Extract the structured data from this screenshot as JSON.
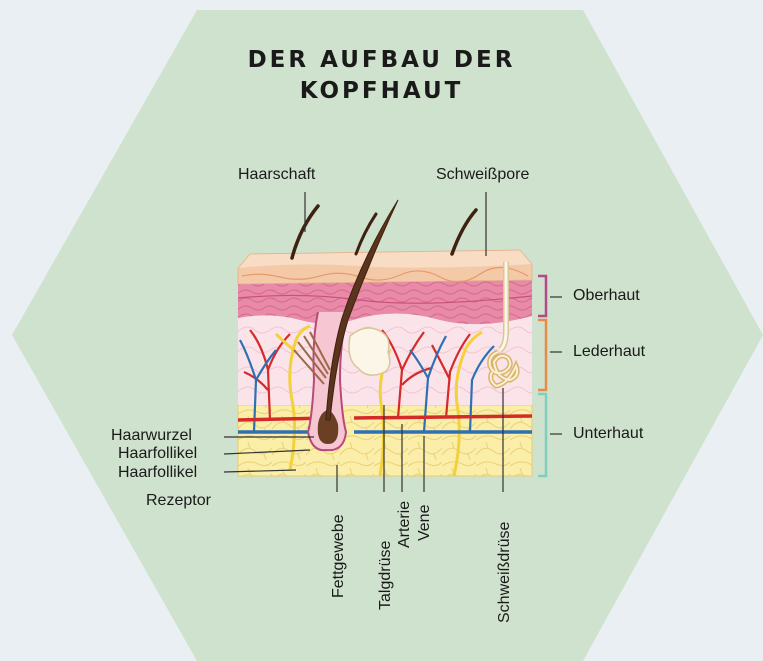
{
  "title_line1": "DER AUFBAU DER",
  "title_line2": "KOPFHAUT",
  "colors": {
    "background": "#e9eff3",
    "hexagon": "#cfe2cd",
    "epidermis_bracket": "#b5488a",
    "dermis_bracket": "#e88a4a",
    "hypodermis_bracket": "#7fcfbf",
    "artery": "#d42a2a",
    "vein": "#2f6fb3",
    "nerve": "#f2d13b"
  },
  "labels": {
    "hair_shaft": "Haarschaft",
    "sweat_pore": "Schweißpore",
    "epidermis": "Oberhaut",
    "dermis": "Lederhaut",
    "hypodermis": "Unterhaut",
    "hair_root": "Haarwurzel",
    "hair_follicle_1": "Haarfollikel",
    "hair_follicle_2": "Haarfollikel",
    "receptor": "Rezeptor",
    "fat_tissue": "Fettgewebe",
    "sebaceous_gland": "Talgdrüse",
    "artery": "Arterie",
    "vein": "Vene",
    "sweat_gland": "Schweißdrüse"
  }
}
